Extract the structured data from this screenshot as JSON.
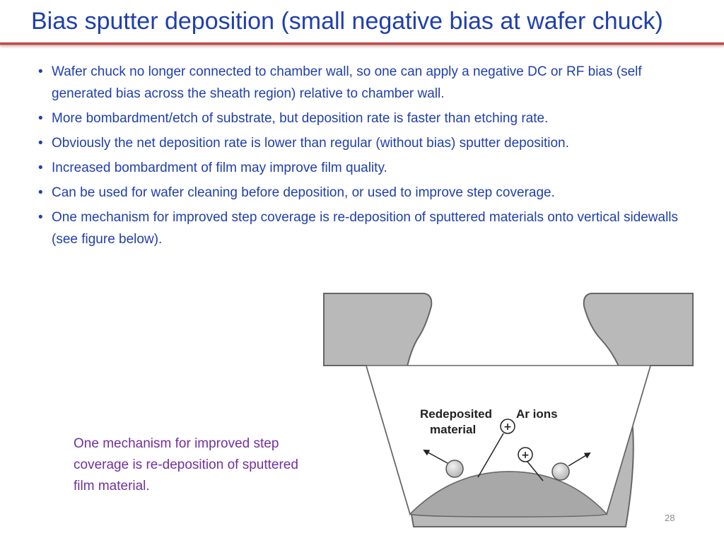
{
  "slide": {
    "title": "Bias sputter deposition (small negative bias at wafer chuck)",
    "bullets": [
      "Wafer chuck no longer connected to chamber wall, so one can apply a negative DC or RF bias (self generated bias across the sheath region) relative to chamber wall.",
      "More bombardment/etch of substrate, but deposition rate is faster than etching rate.",
      "Obviously the net deposition rate is lower than regular (without bias) sputter deposition.",
      "Increased bombardment of film may improve film quality.",
      "Can be used for wafer cleaning before deposition, or used to improve step coverage.",
      "One mechanism for improved step coverage is re-deposition of sputtered materials onto vertical sidewalls (see figure below)."
    ],
    "bullet_symbol": "•",
    "caption": "One mechanism for improved step coverage is re-deposition of sputtered film material.",
    "page_number": "28",
    "colors": {
      "title": "#1f3fae",
      "rule": "#c0504d",
      "body_text": "#1f3fae",
      "caption": "#7030a0"
    }
  },
  "figure": {
    "label_redeposited_line1": "Redeposited",
    "label_redeposited_line2": "material",
    "label_ar_ions": "Ar ions",
    "ion_symbol": "+"
  }
}
